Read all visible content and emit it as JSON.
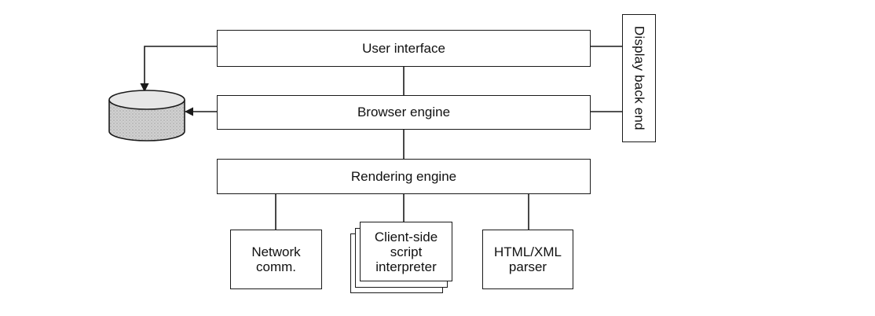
{
  "diagram": {
    "layers": {
      "user_interface": "User interface",
      "browser_engine": "Browser engine",
      "rendering_engine": "Rendering engine"
    },
    "side_panel": {
      "display_back_end": "Display back end"
    },
    "modules": {
      "network": [
        "Network",
        "comm."
      ],
      "script_interpreter": [
        "Client-side",
        "script",
        "interpreter"
      ],
      "parser": [
        "HTML/XML",
        "parser"
      ]
    },
    "icons": {
      "data_store": "database-cylinder-icon"
    },
    "colors": {
      "line": "#1a1a1a",
      "cylinder_fill": "#c9c9c9",
      "background": "#ffffff"
    }
  }
}
